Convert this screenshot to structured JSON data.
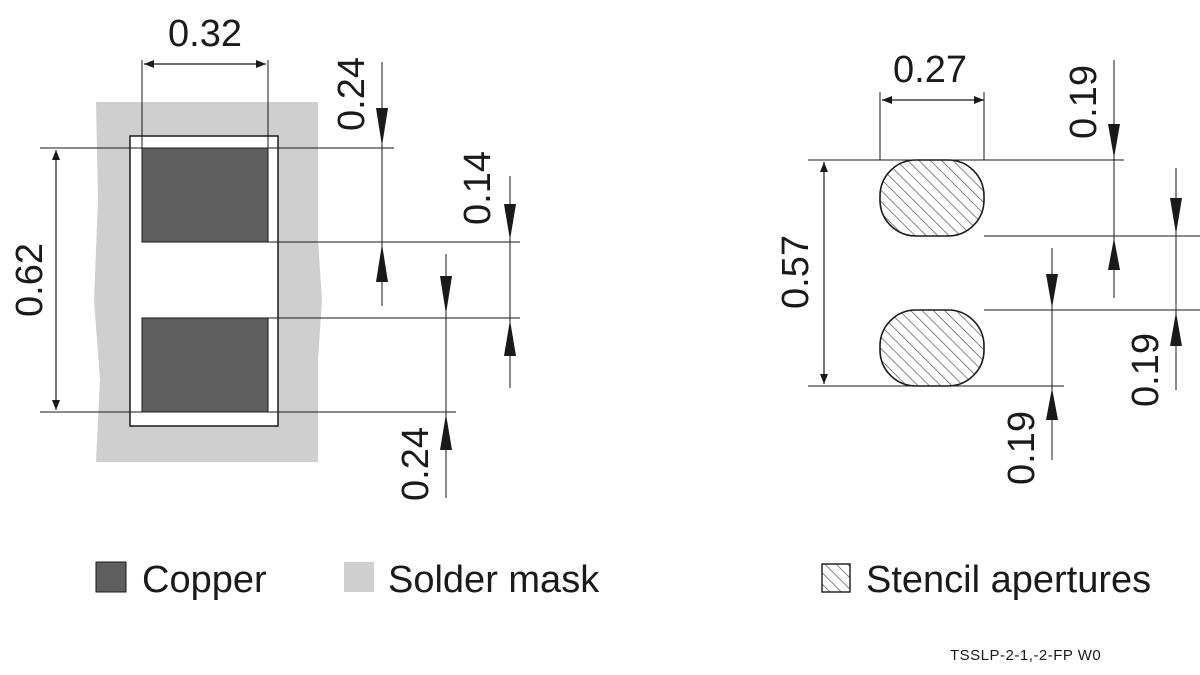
{
  "footprint": {
    "width": "0.32",
    "top_clearance": "0.24",
    "gap": "0.14",
    "height": "0.62",
    "bottom_clearance": "0.24"
  },
  "stencil": {
    "width": "0.27",
    "top_offset": "0.19",
    "height": "0.57",
    "aperture_top": "0.19",
    "aperture_bottom": "0.19"
  },
  "legend": {
    "copper": "Copper",
    "solder_mask": "Solder mask",
    "stencil": "Stencil apertures"
  },
  "footer_code": "TSSLP-2-1,-2-FP  W0",
  "colors": {
    "copper": "#5e5e5e",
    "solder_mask": "#cfcfcf",
    "line": "#1a1a1a"
  }
}
